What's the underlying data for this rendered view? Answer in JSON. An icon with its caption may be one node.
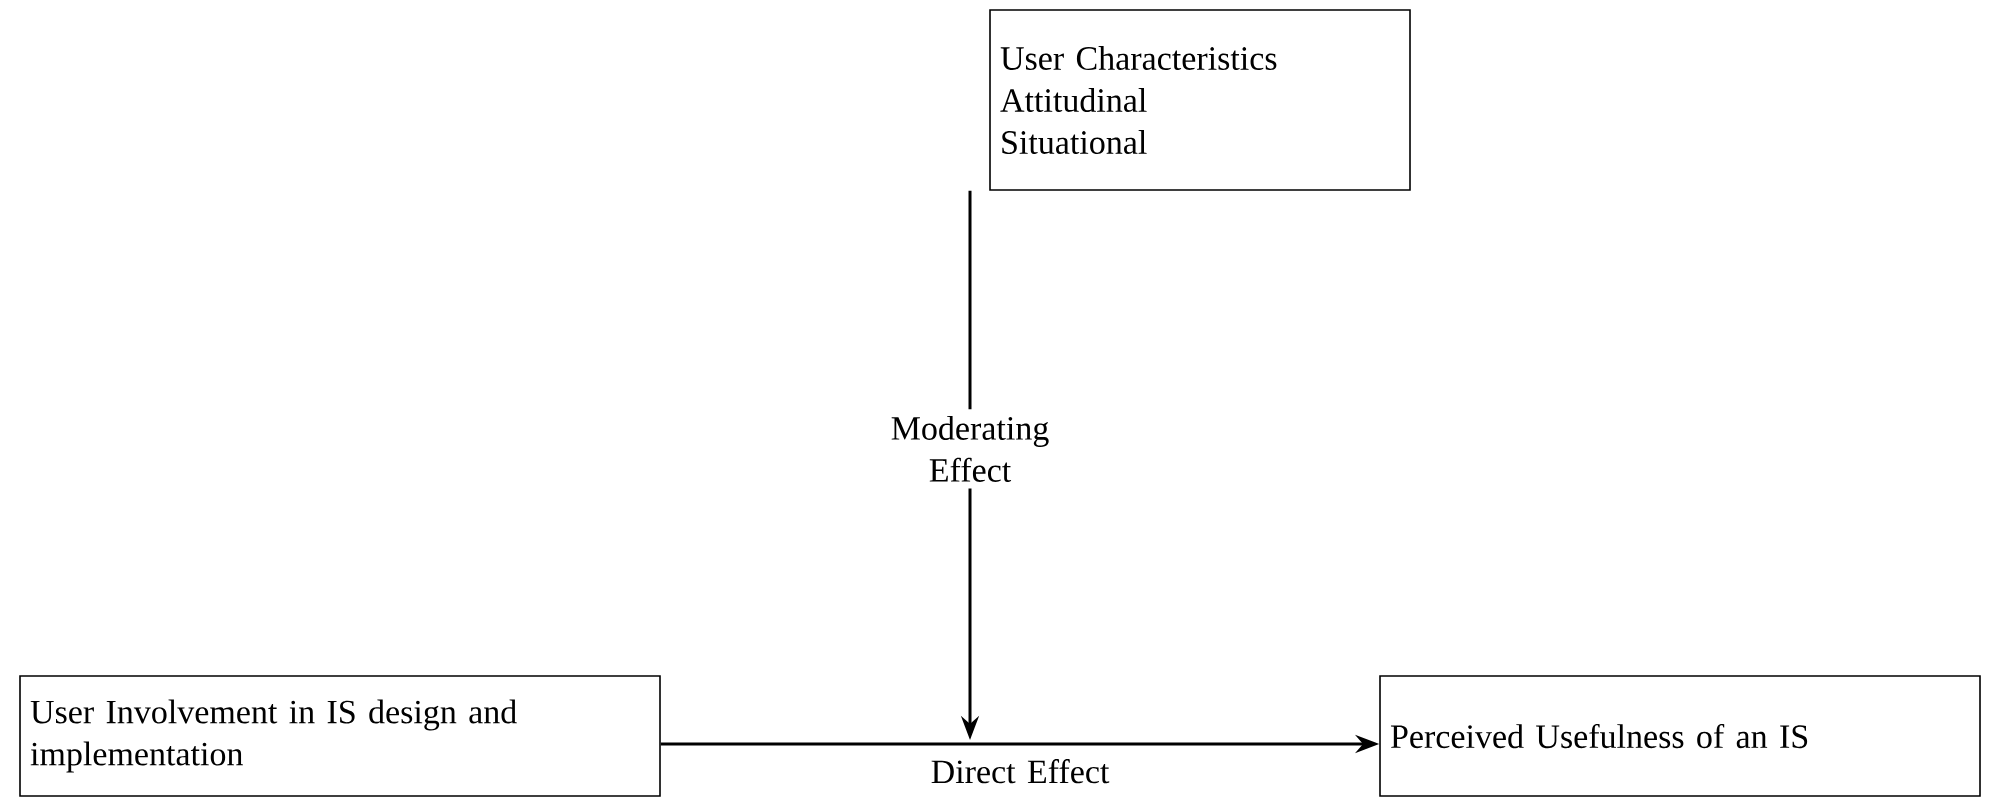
{
  "diagram": {
    "nodes": [
      {
        "text": [
          "User Characteristics",
          "Attitudinal",
          "Situational"
        ]
      },
      {
        "text": [
          "User Involvement in IS design and implementation"
        ]
      },
      {
        "text": [
          "Perceived Usefulness of an IS"
        ]
      }
    ],
    "edges": [
      {
        "from": 1,
        "to": 2,
        "arrow": "to",
        "label": "Direct Effect"
      },
      {
        "from": 0,
        "to": null,
        "arrow": "to",
        "label": "Moderating Effect"
      }
    ]
  }
}
